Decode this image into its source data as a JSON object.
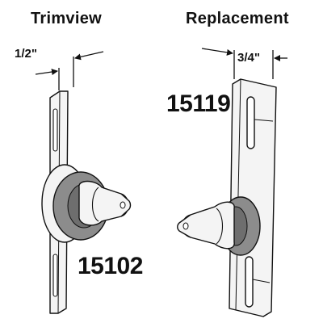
{
  "headings": {
    "left": "Trimview",
    "right": "Replacement"
  },
  "dimensions": {
    "left": "1/2\"",
    "right": "3/4\""
  },
  "part_numbers": {
    "left": "15102",
    "right": "15119"
  },
  "colors": {
    "line": "#111111",
    "metal_fill": "#f4f4f4",
    "bushing_fill": "#8c8c8c",
    "bushing_dark": "#6e6e6e"
  }
}
